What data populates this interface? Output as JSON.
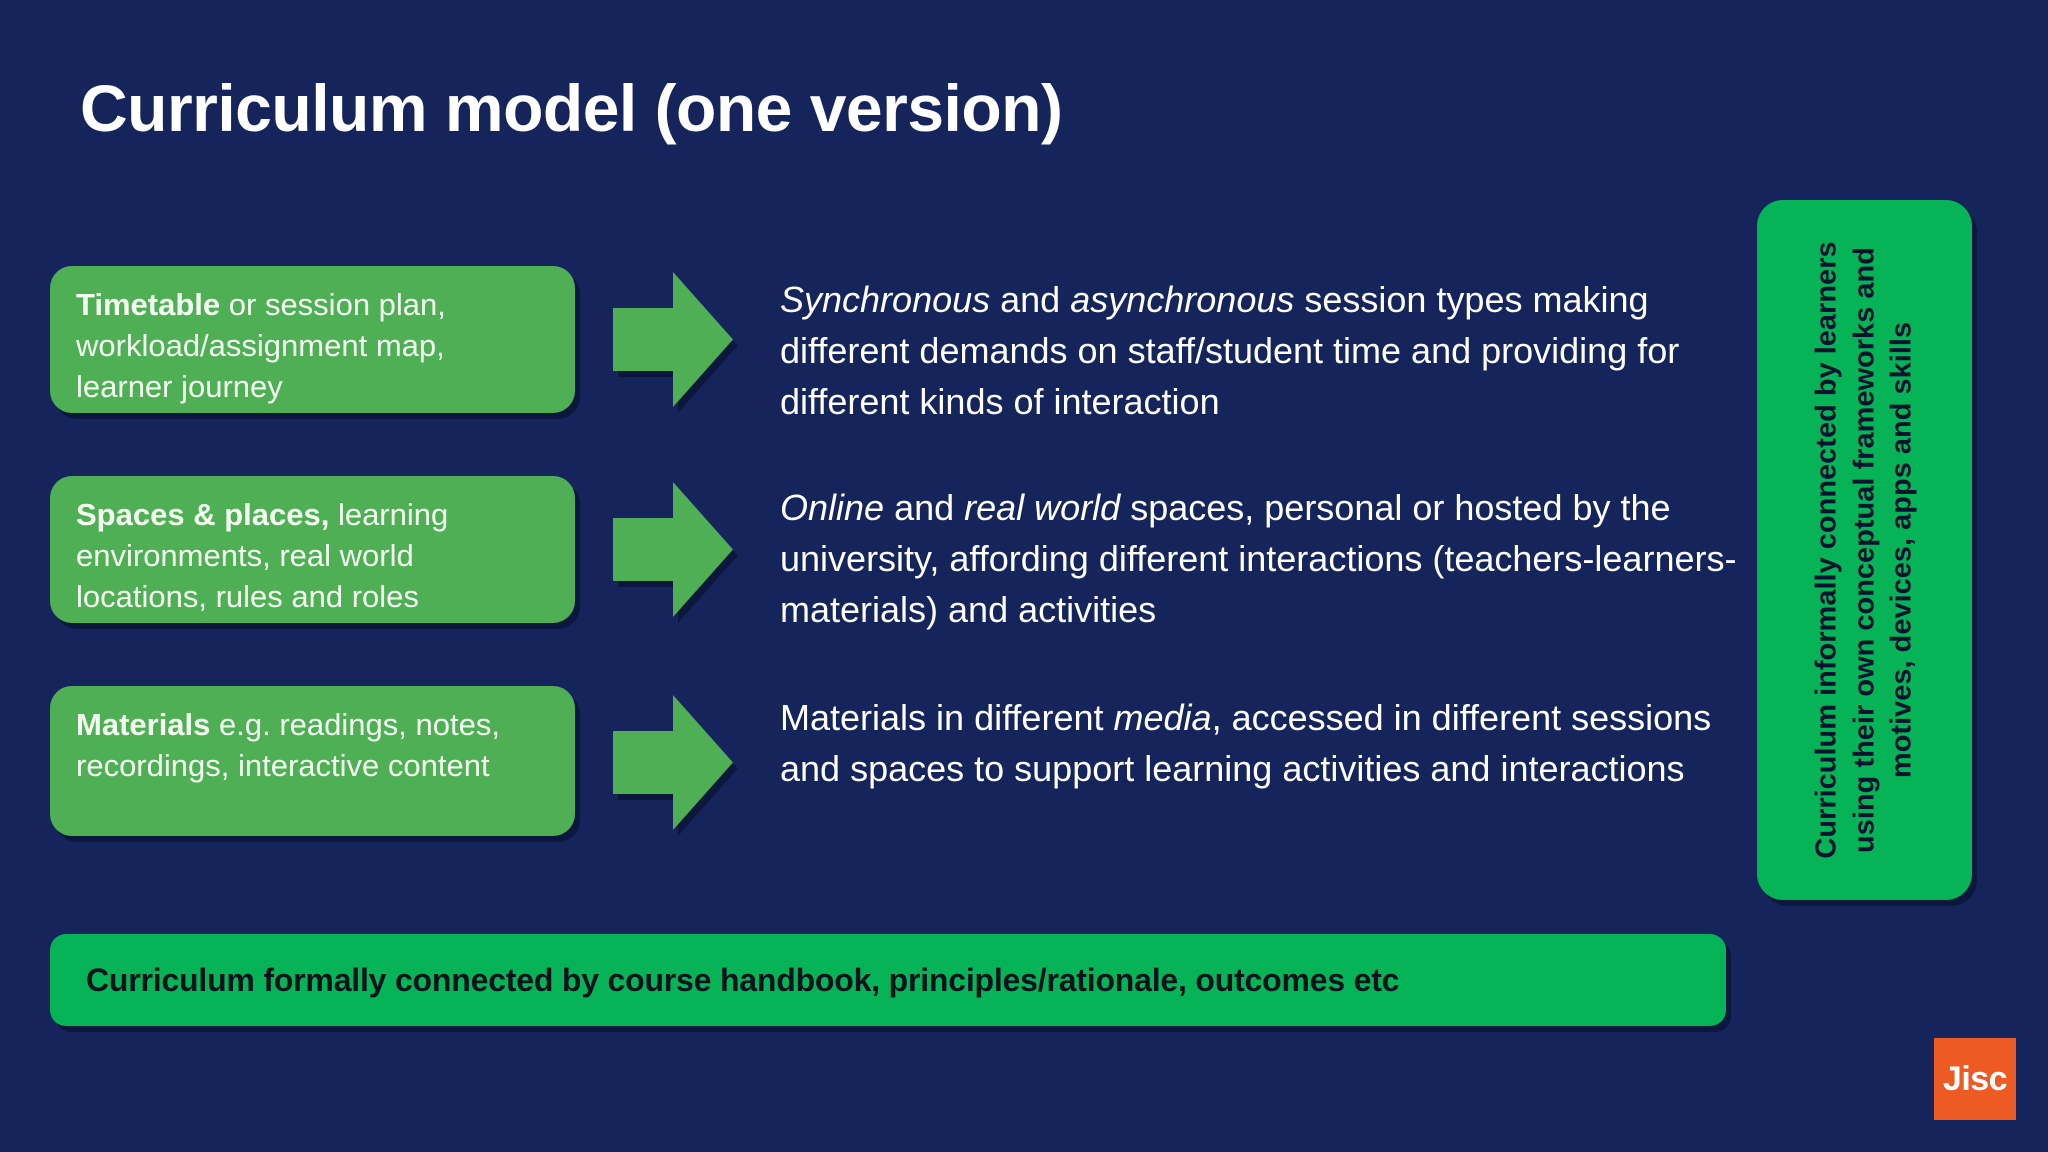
{
  "slide": {
    "title": "Curriculum model (one version)",
    "background_color": "#16245c",
    "box_green": "#4FAF55",
    "panel_green": "#06B457",
    "accent_orange": "#EE5A23"
  },
  "rows": [
    {
      "box_bold": "Timetable",
      "box_rest": " or session plan, workload/assignment map, learner journey",
      "arrow": "right-arrow-icon",
      "description_html": "<i>Synchronous</i> and <i>asynchronous</i> session types making different demands on staff/student time and providing for different kinds of interaction"
    },
    {
      "box_bold": "Spaces & places,",
      "box_rest": " learning environments, real world locations, rules and roles",
      "arrow": "right-arrow-icon",
      "description_html": "<i>Online</i> and <i>real world</i> spaces, personal or hosted by the university, affording different interactions (teachers-learners-materials) and activities"
    },
    {
      "box_bold": "Materials",
      "box_rest": " e.g. readings, notes, recordings, interactive content",
      "arrow": "right-arrow-icon",
      "description_html": "Materials in different <i>media</i>, accessed in different sessions and spaces to support learning activities and interactions"
    }
  ],
  "informal_panel": {
    "text": "Curriculum informally connected by learners using their own conceptual frameworks and motives, devices, apps and skills"
  },
  "formal_bar": {
    "label": "Curriculum formally connected by course handbook, principles/rationale, outcomes etc"
  },
  "logo": {
    "text": "Jisc"
  }
}
